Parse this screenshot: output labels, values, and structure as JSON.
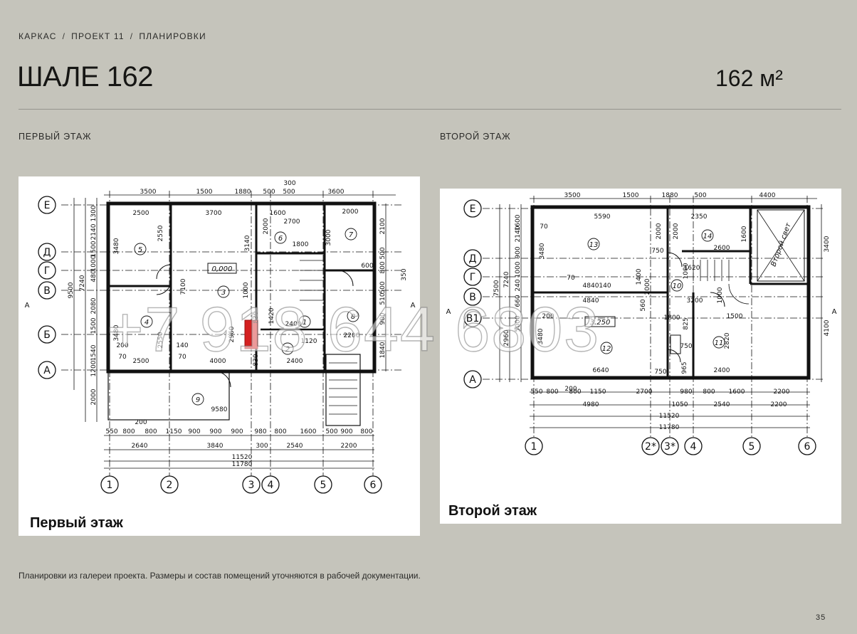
{
  "breadcrumb": {
    "items": [
      "КАРКАС",
      "ПРОЕКТ 11",
      "ПЛАНИРОВКИ"
    ],
    "separator": "/"
  },
  "header": {
    "title": "ШАЛЕ 162",
    "area": "162 м²"
  },
  "sections": {
    "first_label": "ПЕРВЫЙ ЭТАЖ",
    "second_label": "ВТОРОЙ ЭТАЖ"
  },
  "plans": {
    "first": {
      "caption": "Первый этаж",
      "axes_letters": [
        "Е",
        "Д",
        "Г",
        "В",
        "Б",
        "А"
      ],
      "axes_numbers": [
        "1",
        "2",
        "3",
        "4",
        "5",
        "6"
      ],
      "top_dims": [
        "3500",
        "1500",
        "1880",
        "500",
        "500",
        "3600",
        "300"
      ],
      "bottom_dims_row1": [
        "550",
        "800",
        "800",
        "1150",
        "900",
        "900",
        "900",
        "980",
        "800",
        "1600",
        "500",
        "900",
        "800"
      ],
      "bottom_dims_row2": [
        "2640",
        "3840",
        "300",
        "2540",
        "2200"
      ],
      "bottom_totals": [
        "11520",
        "11780"
      ],
      "left_dims": [
        "1300",
        "2140",
        "1500",
        "1000",
        "480",
        "7240",
        "9500",
        "2080",
        "1500",
        "1540",
        "1200",
        "2000"
      ],
      "right_dims": [
        "2100",
        "500",
        "800",
        "350",
        "500",
        "510",
        "900",
        "1840"
      ],
      "room_dims": [
        "2500",
        "3700",
        "1600",
        "2700",
        "2000",
        "2550",
        "3140",
        "2000",
        "1800",
        "3000",
        "3480",
        "7100",
        "1000",
        "3480",
        "2550",
        "2960",
        "830",
        "1420",
        "2400",
        "1120",
        "2200",
        "140",
        "200",
        "70",
        "70",
        "4000",
        "2500",
        "2400",
        "830",
        "600",
        "9580",
        "200"
      ],
      "rooms": [
        "5",
        "6",
        "7",
        "3",
        "4",
        "1",
        "2",
        "8",
        "9"
      ],
      "level": "0,000",
      "section_marks": [
        "А",
        "А"
      ]
    },
    "second": {
      "caption": "Второй этаж",
      "axes_letters": [
        "Е",
        "Д",
        "Г",
        "В",
        "В1",
        "А"
      ],
      "axes_numbers": [
        "1",
        "2*",
        "3*",
        "4",
        "5",
        "6"
      ],
      "top_dims": [
        "3500",
        "1500",
        "1880",
        "500",
        "4400"
      ],
      "bottom_dims_row1": [
        "550",
        "800",
        "800",
        "1150",
        "2700",
        "980",
        "800",
        "1600",
        "2200"
      ],
      "bottom_dims_row2": [
        "4980",
        "1050",
        "2540",
        "2200"
      ],
      "bottom_totals": [
        "11520",
        "11780"
      ],
      "left_dims": [
        "2140",
        "1600",
        "900",
        "1000",
        "7240",
        "7500",
        "240",
        "660",
        "5000",
        "2960",
        "3480"
      ],
      "right_dims": [
        "3400",
        "4100"
      ],
      "room_dims": [
        "5590",
        "2350",
        "70",
        "3480",
        "2000",
        "2000",
        "1600",
        "2600",
        "750",
        "1620",
        "1000",
        "4840",
        "140",
        "1400",
        "2000",
        "4840",
        "70",
        "560",
        "200",
        "1800",
        "3200",
        "1000",
        "1500",
        "825",
        "750",
        "2820",
        "6640",
        "750",
        "965",
        "2400",
        "200"
      ],
      "rooms": [
        "13",
        "14",
        "10",
        "12",
        "11"
      ],
      "level": "3.250",
      "void_label": "Второй свет",
      "section_marks": [
        "А",
        "А"
      ]
    }
  },
  "watermark": "+7 918 644 6803",
  "footnote": "Планировки из галереи проекта. Размеры и состав помещений уточняются в рабочей документации.",
  "page_number": "35",
  "colors": {
    "background": "#c5c4bb",
    "panel": "#ffffff",
    "ink": "#111111",
    "accent_red": "#d42020"
  }
}
